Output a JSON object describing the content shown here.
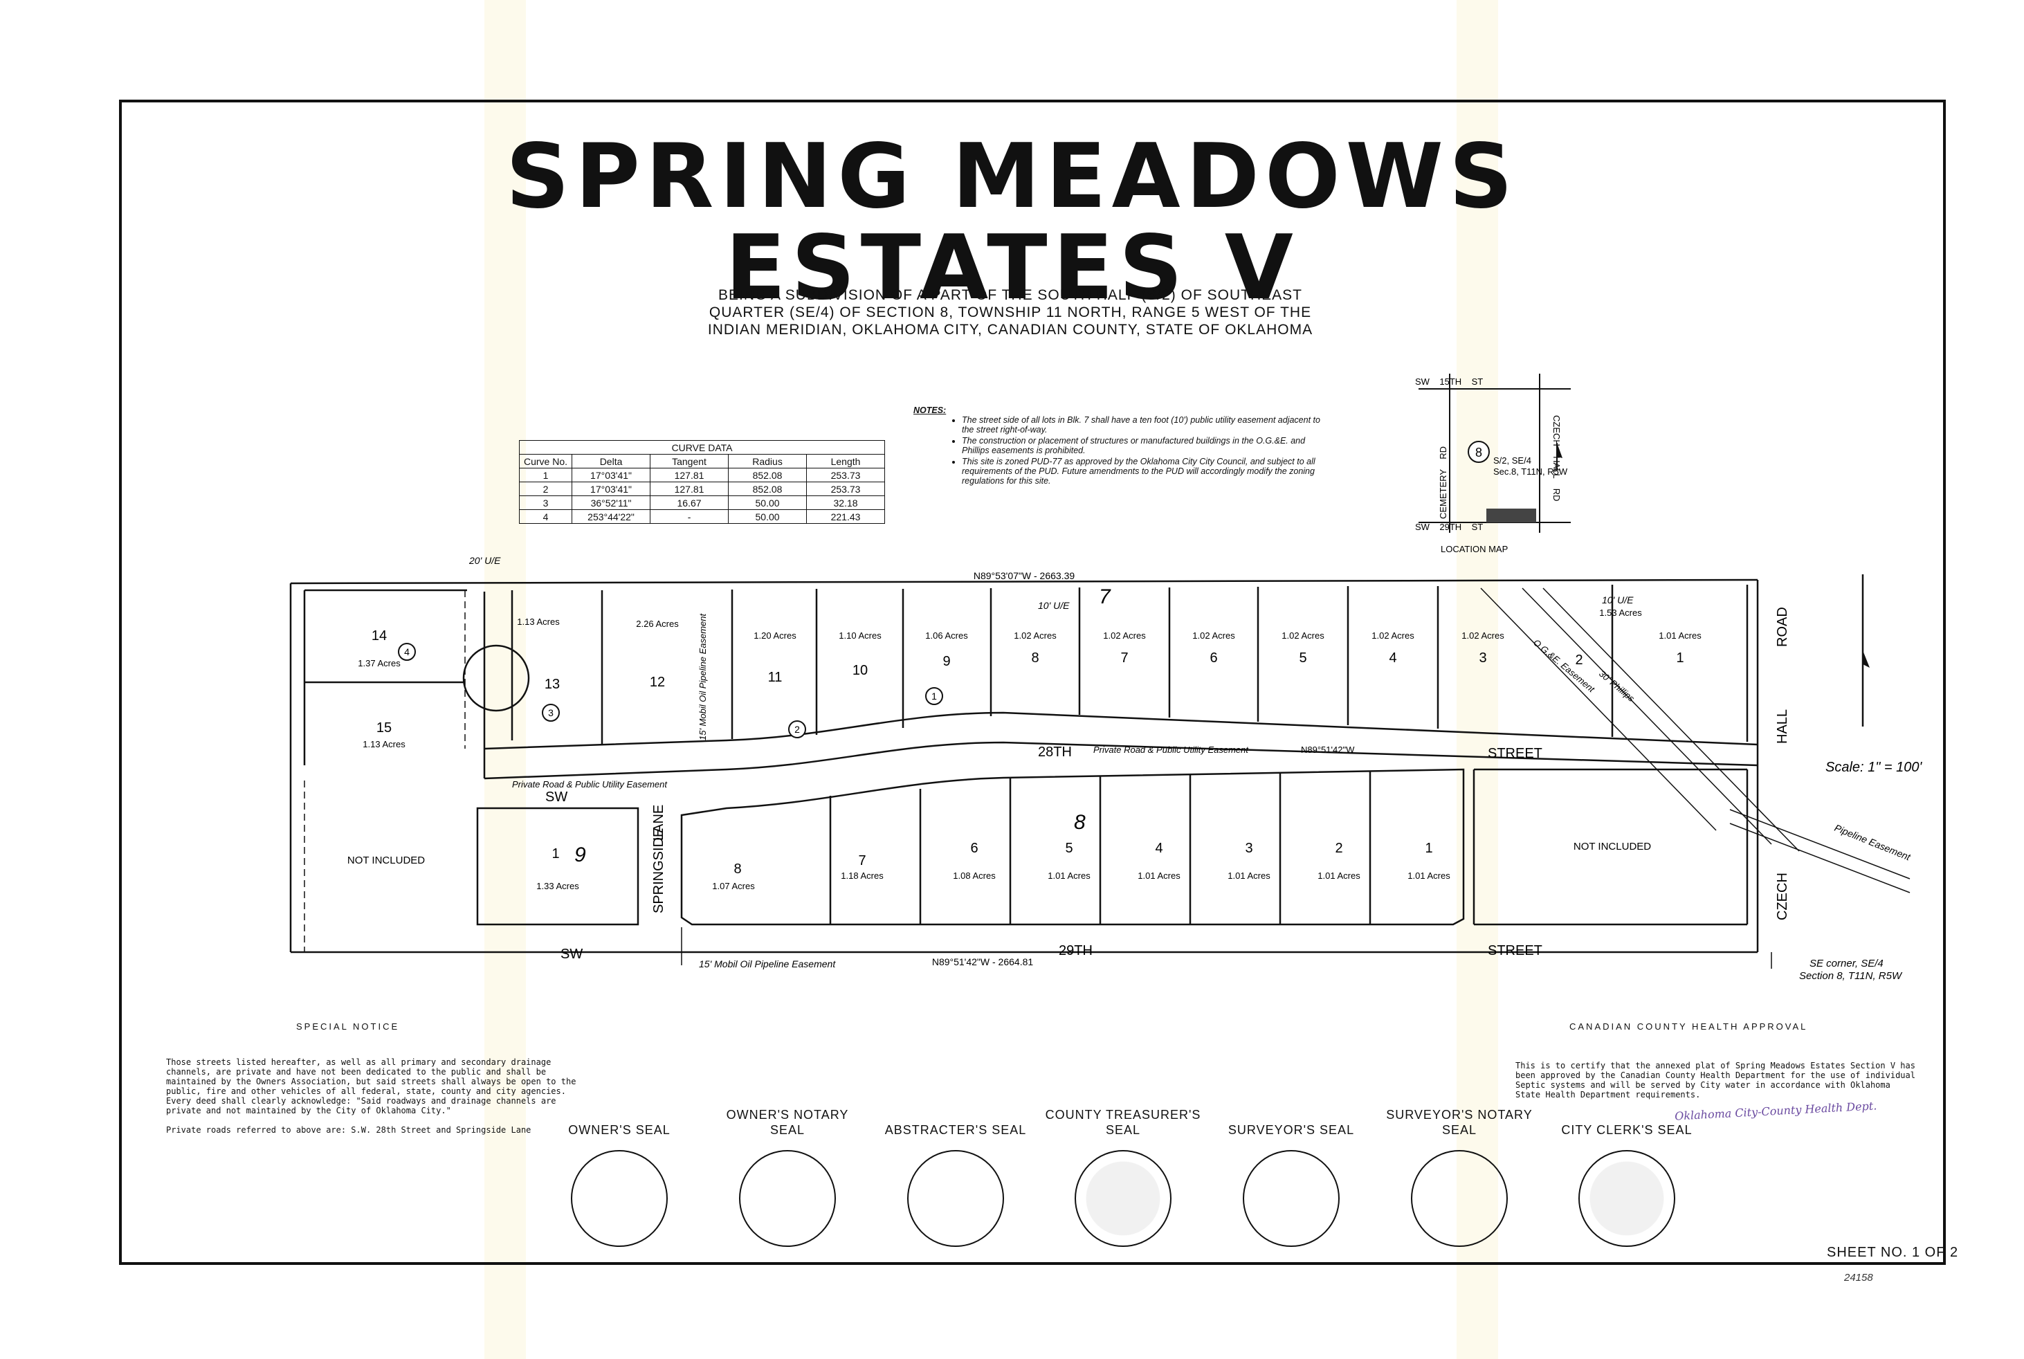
{
  "title": {
    "line1": "SPRING MEADOWS",
    "line2": "ESTATES  V"
  },
  "subtitle": {
    "line1": "BEING A SUBDIVISION OF A PART OF THE SOUTH HALF (S/2) OF SOUTHEAST",
    "line2": "QUARTER (SE/4) OF SECTION 8, TOWNSHIP 11 NORTH, RANGE 5 WEST OF THE",
    "line3": "INDIAN MERIDIAN, OKLAHOMA CITY, CANADIAN COUNTY, STATE OF OKLAHOMA"
  },
  "curve_data": {
    "title": "CURVE DATA",
    "headers": [
      "Curve No.",
      "Delta",
      "Tangent",
      "Radius",
      "Length"
    ],
    "rows": [
      [
        "1",
        "17°03'41\"",
        "127.81",
        "852.08",
        "253.73"
      ],
      [
        "2",
        "17°03'41\"",
        "127.81",
        "852.08",
        "253.73"
      ],
      [
        "3",
        "36°52'11\"",
        "16.67",
        "50.00",
        "32.18"
      ],
      [
        "4",
        "253°44'22\"",
        "-",
        "50.00",
        "221.43"
      ]
    ]
  },
  "notes": {
    "heading": "NOTES:",
    "items": [
      "The street side of all lots in Blk. 7 shall have a ten foot (10') public utility easement adjacent to the street right-of-way.",
      "The construction or placement of structures or manufactured buildings in the O.G.&E. and Phillips easements is prohibited.",
      "This site is zoned PUD-77 as approved by the Oklahoma City City Council, and subject to all requirements of the PUD. Future amendments to the PUD will accordingly modify the zoning regulations for this site."
    ]
  },
  "location_map": {
    "label": "LOCATION MAP",
    "top_street": "SW    15TH    ST",
    "bottom_street": "SW    29TH    ST",
    "left_road": "CEMETERY    RD",
    "right_road": "CZECH    HALL    RD",
    "section": "8",
    "caption_1": "S/2, SE/4",
    "caption_2": "Sec.8, T11N, R5W"
  },
  "plat": {
    "top_bearing": "N89°53'07\"W - 2663.39",
    "bottom_bearing": "N89°51'42\"W - 2664.81",
    "st28_label": "28TH",
    "st28_private": "Private Road & Public Utility Easement",
    "st28_bearing": "N89°51'42\"W",
    "street_word": "STREET",
    "st29_label": "29TH",
    "sw": "SW",
    "springside": "SPRINGSIDE",
    "lane": "LANE",
    "czech": "CZECH",
    "hall": "HALL",
    "road": "ROAD",
    "not_included": "NOT INCLUDED",
    "scale": "Scale: 1\" = 100'",
    "pipeline": "Pipeline Easement",
    "ogae": "O.G.&E. Easement",
    "phillips": "30' Phillips",
    "mobil_1": "15' Mobil Oil Pipeline Easement",
    "mobil_2": "15' Mobil Oil Pipeline Easement",
    "se_corner_1": "SE corner, SE/4",
    "se_corner_2": "Section 8, T11N, R5W",
    "private_sw": "Private Road & Public Utility Easement",
    "ue20": "20' U/E",
    "ue10": "10' U/E",
    "blk7": "7",
    "blk8": "8",
    "blk9": "9",
    "block7_lots": [
      {
        "n": "14",
        "a": "1.37 Acres"
      },
      {
        "n": "15",
        "a": "1.13 Acres"
      },
      {
        "n": "13",
        "a": "1.13 Acres"
      },
      {
        "n": "12",
        "a": "2.26 Acres"
      },
      {
        "n": "11",
        "a": "1.20 Acres"
      },
      {
        "n": "10",
        "a": "1.10 Acres"
      },
      {
        "n": "9",
        "a": "1.06 Acres"
      },
      {
        "n": "8",
        "a": "1.02 Acres"
      },
      {
        "n": "7",
        "a": "1.02 Acres"
      },
      {
        "n": "6",
        "a": "1.02 Acres"
      },
      {
        "n": "5",
        "a": "1.02 Acres"
      },
      {
        "n": "4",
        "a": "1.02 Acres"
      },
      {
        "n": "3",
        "a": "1.02 Acres"
      },
      {
        "n": "2",
        "a": "1.53 Acres"
      },
      {
        "n": "1",
        "a": "1.01 Acres"
      }
    ],
    "block8_lots": [
      {
        "n": "8",
        "a": "1.07 Acres"
      },
      {
        "n": "7",
        "a": "1.18 Acres"
      },
      {
        "n": "6",
        "a": "1.08 Acres"
      },
      {
        "n": "5",
        "a": "1.01 Acres"
      },
      {
        "n": "4",
        "a": "1.01 Acres"
      },
      {
        "n": "3",
        "a": "1.01 Acres"
      },
      {
        "n": "2",
        "a": "1.01 Acres"
      },
      {
        "n": "1",
        "a": "1.01 Acres"
      }
    ],
    "block9_lot": {
      "n": "1",
      "a": "1.33 Acres"
    },
    "curve_markers": [
      "1",
      "2",
      "3",
      "4"
    ]
  },
  "special_notice": {
    "heading": "SPECIAL NOTICE",
    "body": "Those streets listed hereafter, as well as all primary and secondary drainage channels, are private and have not been dedicated to the public and shall be maintained by the Owners Association, but said streets shall always be open to the public, fire and other vehicles of all federal, state, county and city agencies. Every deed shall clearly acknowledge: \"Said roadways and drainage channels are private and not maintained by the City of Oklahoma City.\"",
    "private_roads": "Private roads referred to above are: S.W. 28th Street and Springside Lane"
  },
  "health_approval": {
    "heading": "CANADIAN COUNTY HEALTH APPROVAL",
    "body": "This is to certify that the annexed plat of Spring Meadows Estates Section V has been approved by the Canadian County Health Department for the use of individual Septic systems and will be served by City water in accordance with Oklahoma State Health Department requirements.",
    "signature_line2": "Oklahoma City-County Health Dept."
  },
  "seals": [
    {
      "label": "OWNER'S SEAL",
      "filled": false
    },
    {
      "label": "OWNER'S NOTARY SEAL",
      "filled": false
    },
    {
      "label": "ABSTRACTER'S SEAL",
      "filled": false
    },
    {
      "label": "COUNTY TREASURER'S SEAL",
      "filled": true
    },
    {
      "label": "SURVEYOR'S SEAL",
      "filled": false
    },
    {
      "label": "SURVEYOR'S NOTARY SEAL",
      "filled": false
    },
    {
      "label": "CITY CLERK'S SEAL",
      "filled": true
    }
  ],
  "sheet_no": "SHEET NO. 1 OF 2",
  "doc_no": "24158"
}
